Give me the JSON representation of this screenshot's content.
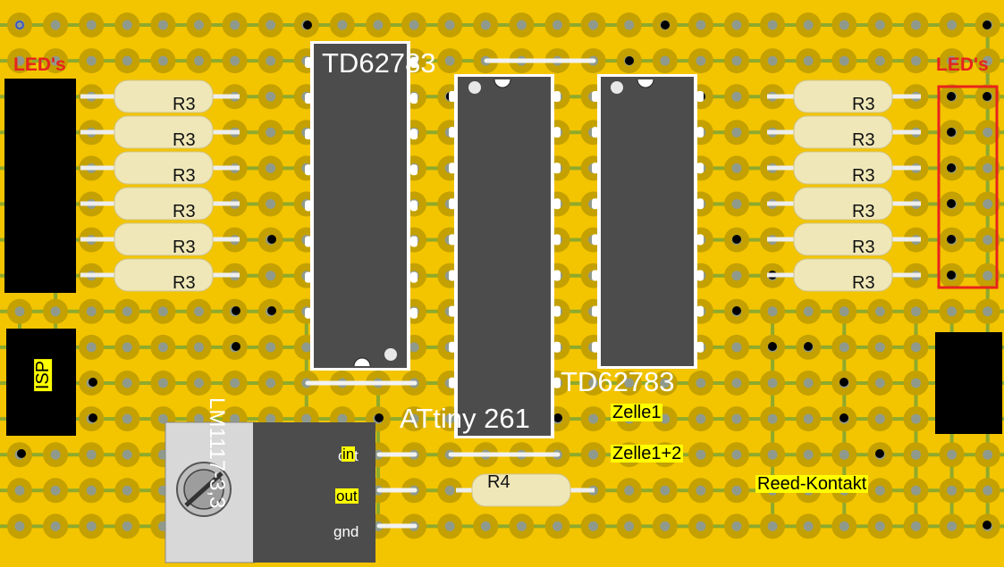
{
  "board": {
    "chips": {
      "td1": "TD62783",
      "td2": "TD62783",
      "attiny": "ATtiny 261"
    },
    "regulator": {
      "label": "LM1117-3,3",
      "pins": {
        "cut": "cut",
        "in": "in",
        "out": "out",
        "gnd": "gnd"
      }
    },
    "led_labels": {
      "left": "LED's",
      "right": "LED's"
    },
    "resistor_left": [
      "R3",
      "R3",
      "R3",
      "R3",
      "R3",
      "R3"
    ],
    "resistor_right": [
      "R3",
      "R3",
      "R3",
      "R3",
      "R3",
      "R3"
    ],
    "resistor_r4": "R4",
    "isp_label": "ISP",
    "tags": {
      "zelle1": "Zelle1",
      "zelle12": "Zelle1+2",
      "reed": "Reed-Kontakt"
    },
    "colors": {
      "board": "#f3c400",
      "pad_ring": "#c4a100",
      "pad_hole": "#8f9a8c",
      "trace": "#8eaa2c",
      "chip": "#4b4b4b",
      "connector": "#000000",
      "highlight": "#e8231c"
    }
  }
}
